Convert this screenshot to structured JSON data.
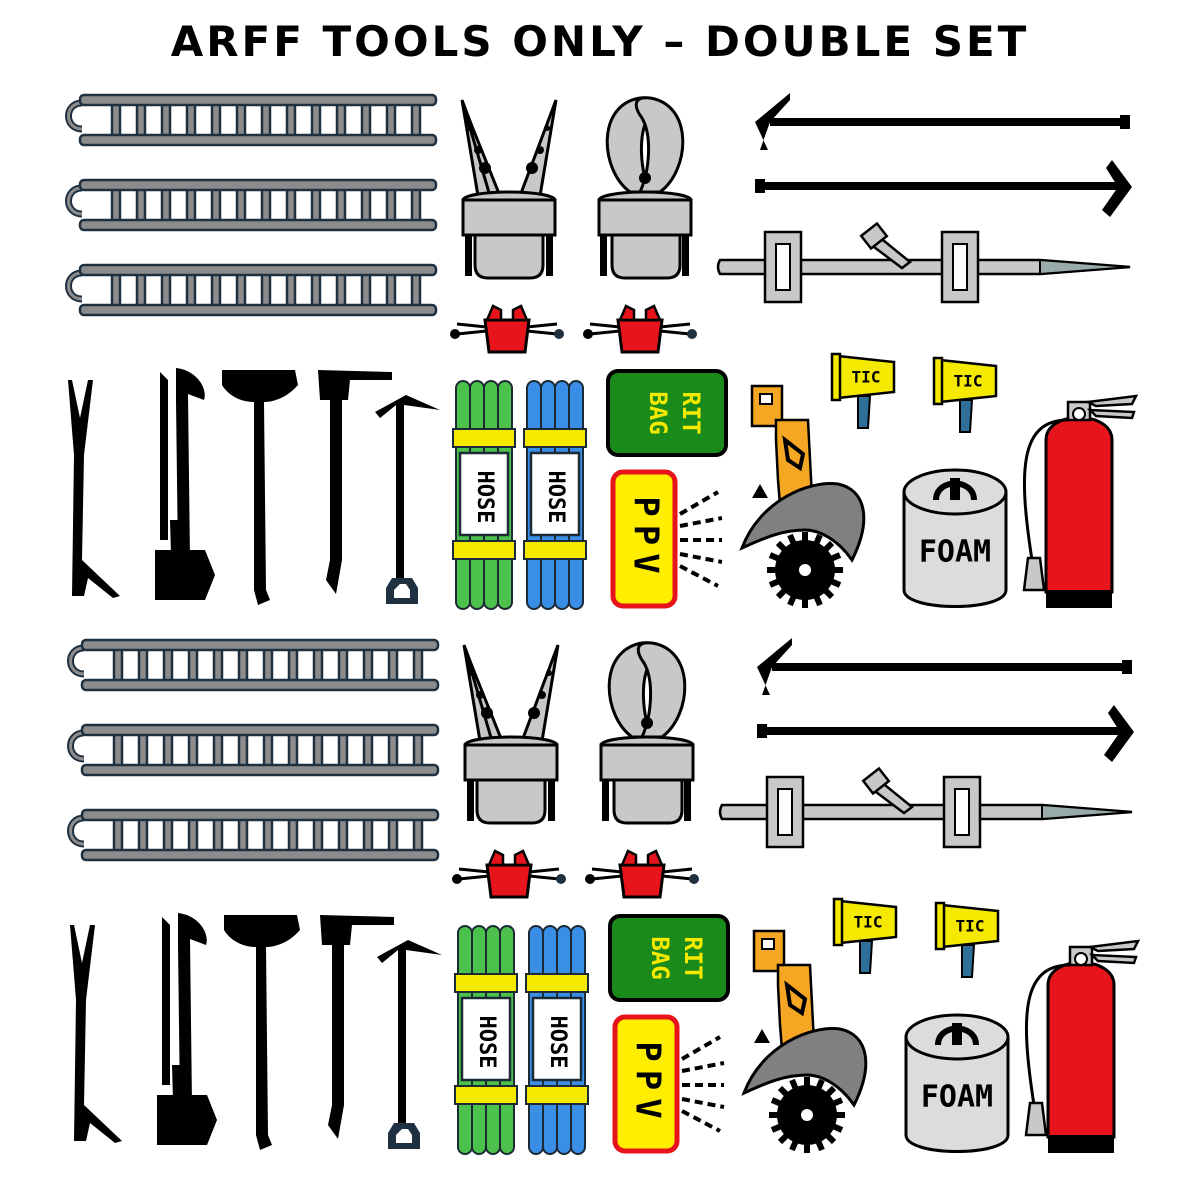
{
  "title": "ARFF TOOLS ONLY – DOUBLE SET",
  "labels": {
    "hose": "HOSE",
    "rit_bag": [
      "RIT",
      "BAG"
    ],
    "ppv": "PPV",
    "tic": "TIC",
    "foam": "FOAM"
  },
  "colors": {
    "ladder_rail": "#8c8c8c",
    "ladder_outline": "#1f3040",
    "tool_gray": "#c8c8c8",
    "hose_green": "#4cc24c",
    "hose_blue": "#3a8ee6",
    "hose_band_yellow": "#f5e900",
    "rit_bag_green": "#1a8a1a",
    "ppv_yellow": "#ffee00",
    "ppv_red": "#e8141c",
    "saw_orange": "#f5a623",
    "tic_yellow": "#f5e900",
    "tic_handle_blue": "#2f6f9a",
    "extinguisher_red": "#e8141c",
    "block_red": "#e8141c"
  }
}
